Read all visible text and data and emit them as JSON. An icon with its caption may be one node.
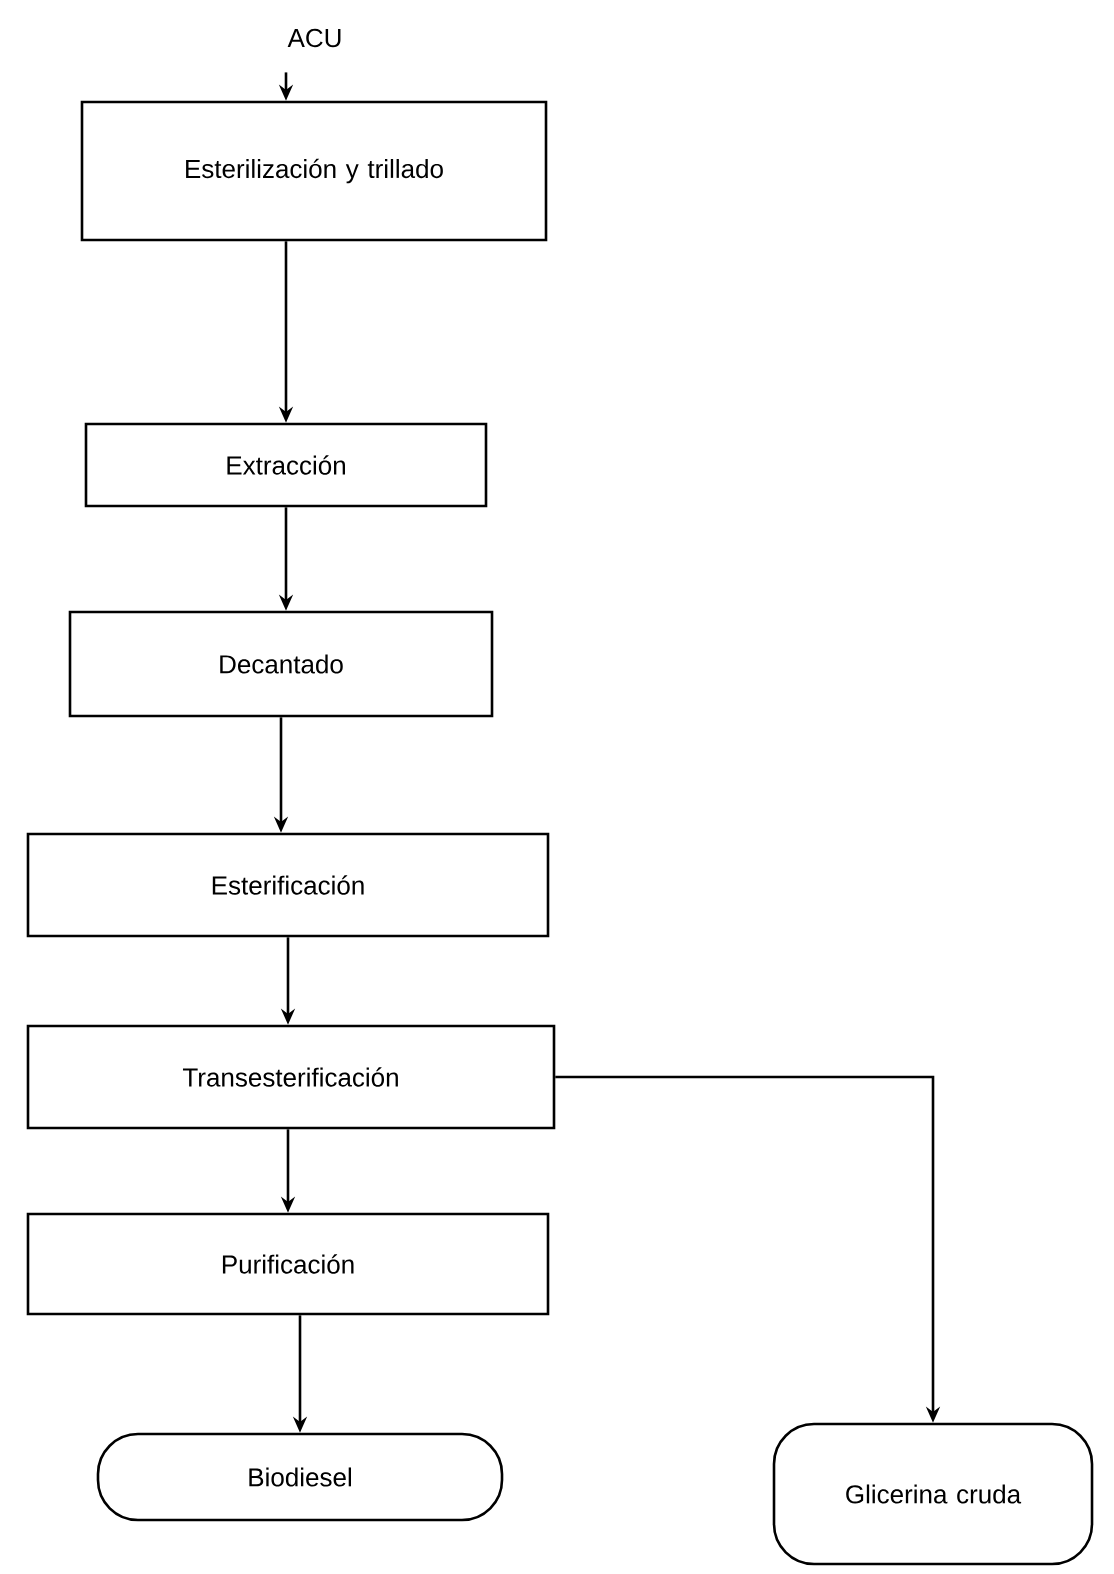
{
  "diagram": {
    "nodes": [
      {
        "text": [
          "ACU"
        ]
      },
      {
        "text": [
          "Esterilización y trillado"
        ]
      },
      {
        "text": [
          "Extracción"
        ]
      },
      {
        "text": [
          "Decantado"
        ]
      },
      {
        "text": [
          "Esterificación"
        ]
      },
      {
        "text": [
          "Transesterificación"
        ]
      },
      {
        "text": [
          "Purificación"
        ]
      },
      {
        "text": [
          "Biodiesel"
        ]
      },
      {
        "text": [
          "Glicerina cruda"
        ]
      }
    ],
    "edges": [
      {
        "from": 0,
        "to": 1,
        "arrow": "to"
      },
      {
        "from": 1,
        "to": 2,
        "arrow": "to"
      },
      {
        "from": 2,
        "to": 3,
        "arrow": "to"
      },
      {
        "from": 3,
        "to": 4,
        "arrow": "to"
      },
      {
        "from": 4,
        "to": 5,
        "arrow": "to"
      },
      {
        "from": 5,
        "to": 6,
        "arrow": "to"
      },
      {
        "from": 6,
        "to": 7,
        "arrow": "to"
      },
      {
        "from": 5,
        "to": 8,
        "arrow": "to"
      }
    ]
  }
}
